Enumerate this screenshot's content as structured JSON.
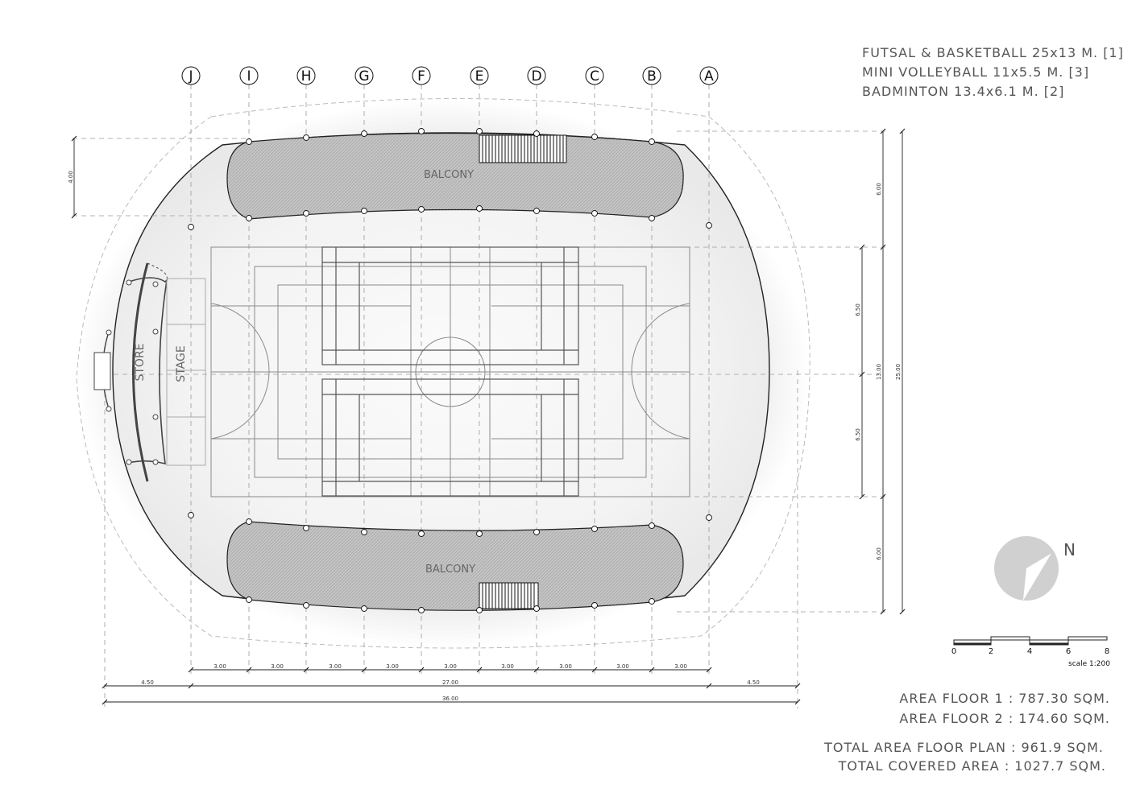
{
  "sports": [
    {
      "text": "FUTSAL & BASKETBALL 25x13 M.  [1]"
    },
    {
      "text": "MINI VOLLEYBALL 11x5.5 M.  [3]"
    },
    {
      "text": "BADMINTON 13.4x6.1 M.  [2]"
    }
  ],
  "grid_labels": [
    "J",
    "I",
    "H",
    "G",
    "F",
    "E",
    "D",
    "C",
    "B",
    "A"
  ],
  "rooms": {
    "balcony_north": "BALCONY",
    "balcony_south": "BALCONY",
    "store": "STORE",
    "stage": "STAGE"
  },
  "dimensions": {
    "bay_spacing": [
      "3.00",
      "3.00",
      "3.00",
      "3.00",
      "3.00",
      "3.00",
      "3.00",
      "3.00",
      "3.00"
    ],
    "left_overhang": "4.50",
    "inner_span": "27.00",
    "right_overhang": "4.50",
    "total_span": "36.00",
    "balcony_depth_left": "4.00",
    "right_top": "6.00",
    "right_court_upper": "6.50",
    "right_court": "13.00",
    "right_court_lower": "6.50",
    "right_bottom": "6.00",
    "right_total": "25.00"
  },
  "north": {
    "label": "N"
  },
  "scale_bar": {
    "ticks": [
      "0",
      "2",
      "4",
      "6",
      "8"
    ],
    "label": "scale 1:200"
  },
  "areas": {
    "floor1": "AREA FLOOR 1 : 787.30 SQM.",
    "floor2": "AREA FLOOR 2 : 174.60 SQM.",
    "total_floor_plan": "TOTAL AREA FLOOR PLAN : 961.9 SQM.",
    "total_covered": "TOTAL COVERED AREA : 1027.7 SQM."
  },
  "colors": {
    "line": "#222222",
    "court": "#888888",
    "balcony": "#bdbdbd",
    "shadow": "#d9d9d9"
  }
}
